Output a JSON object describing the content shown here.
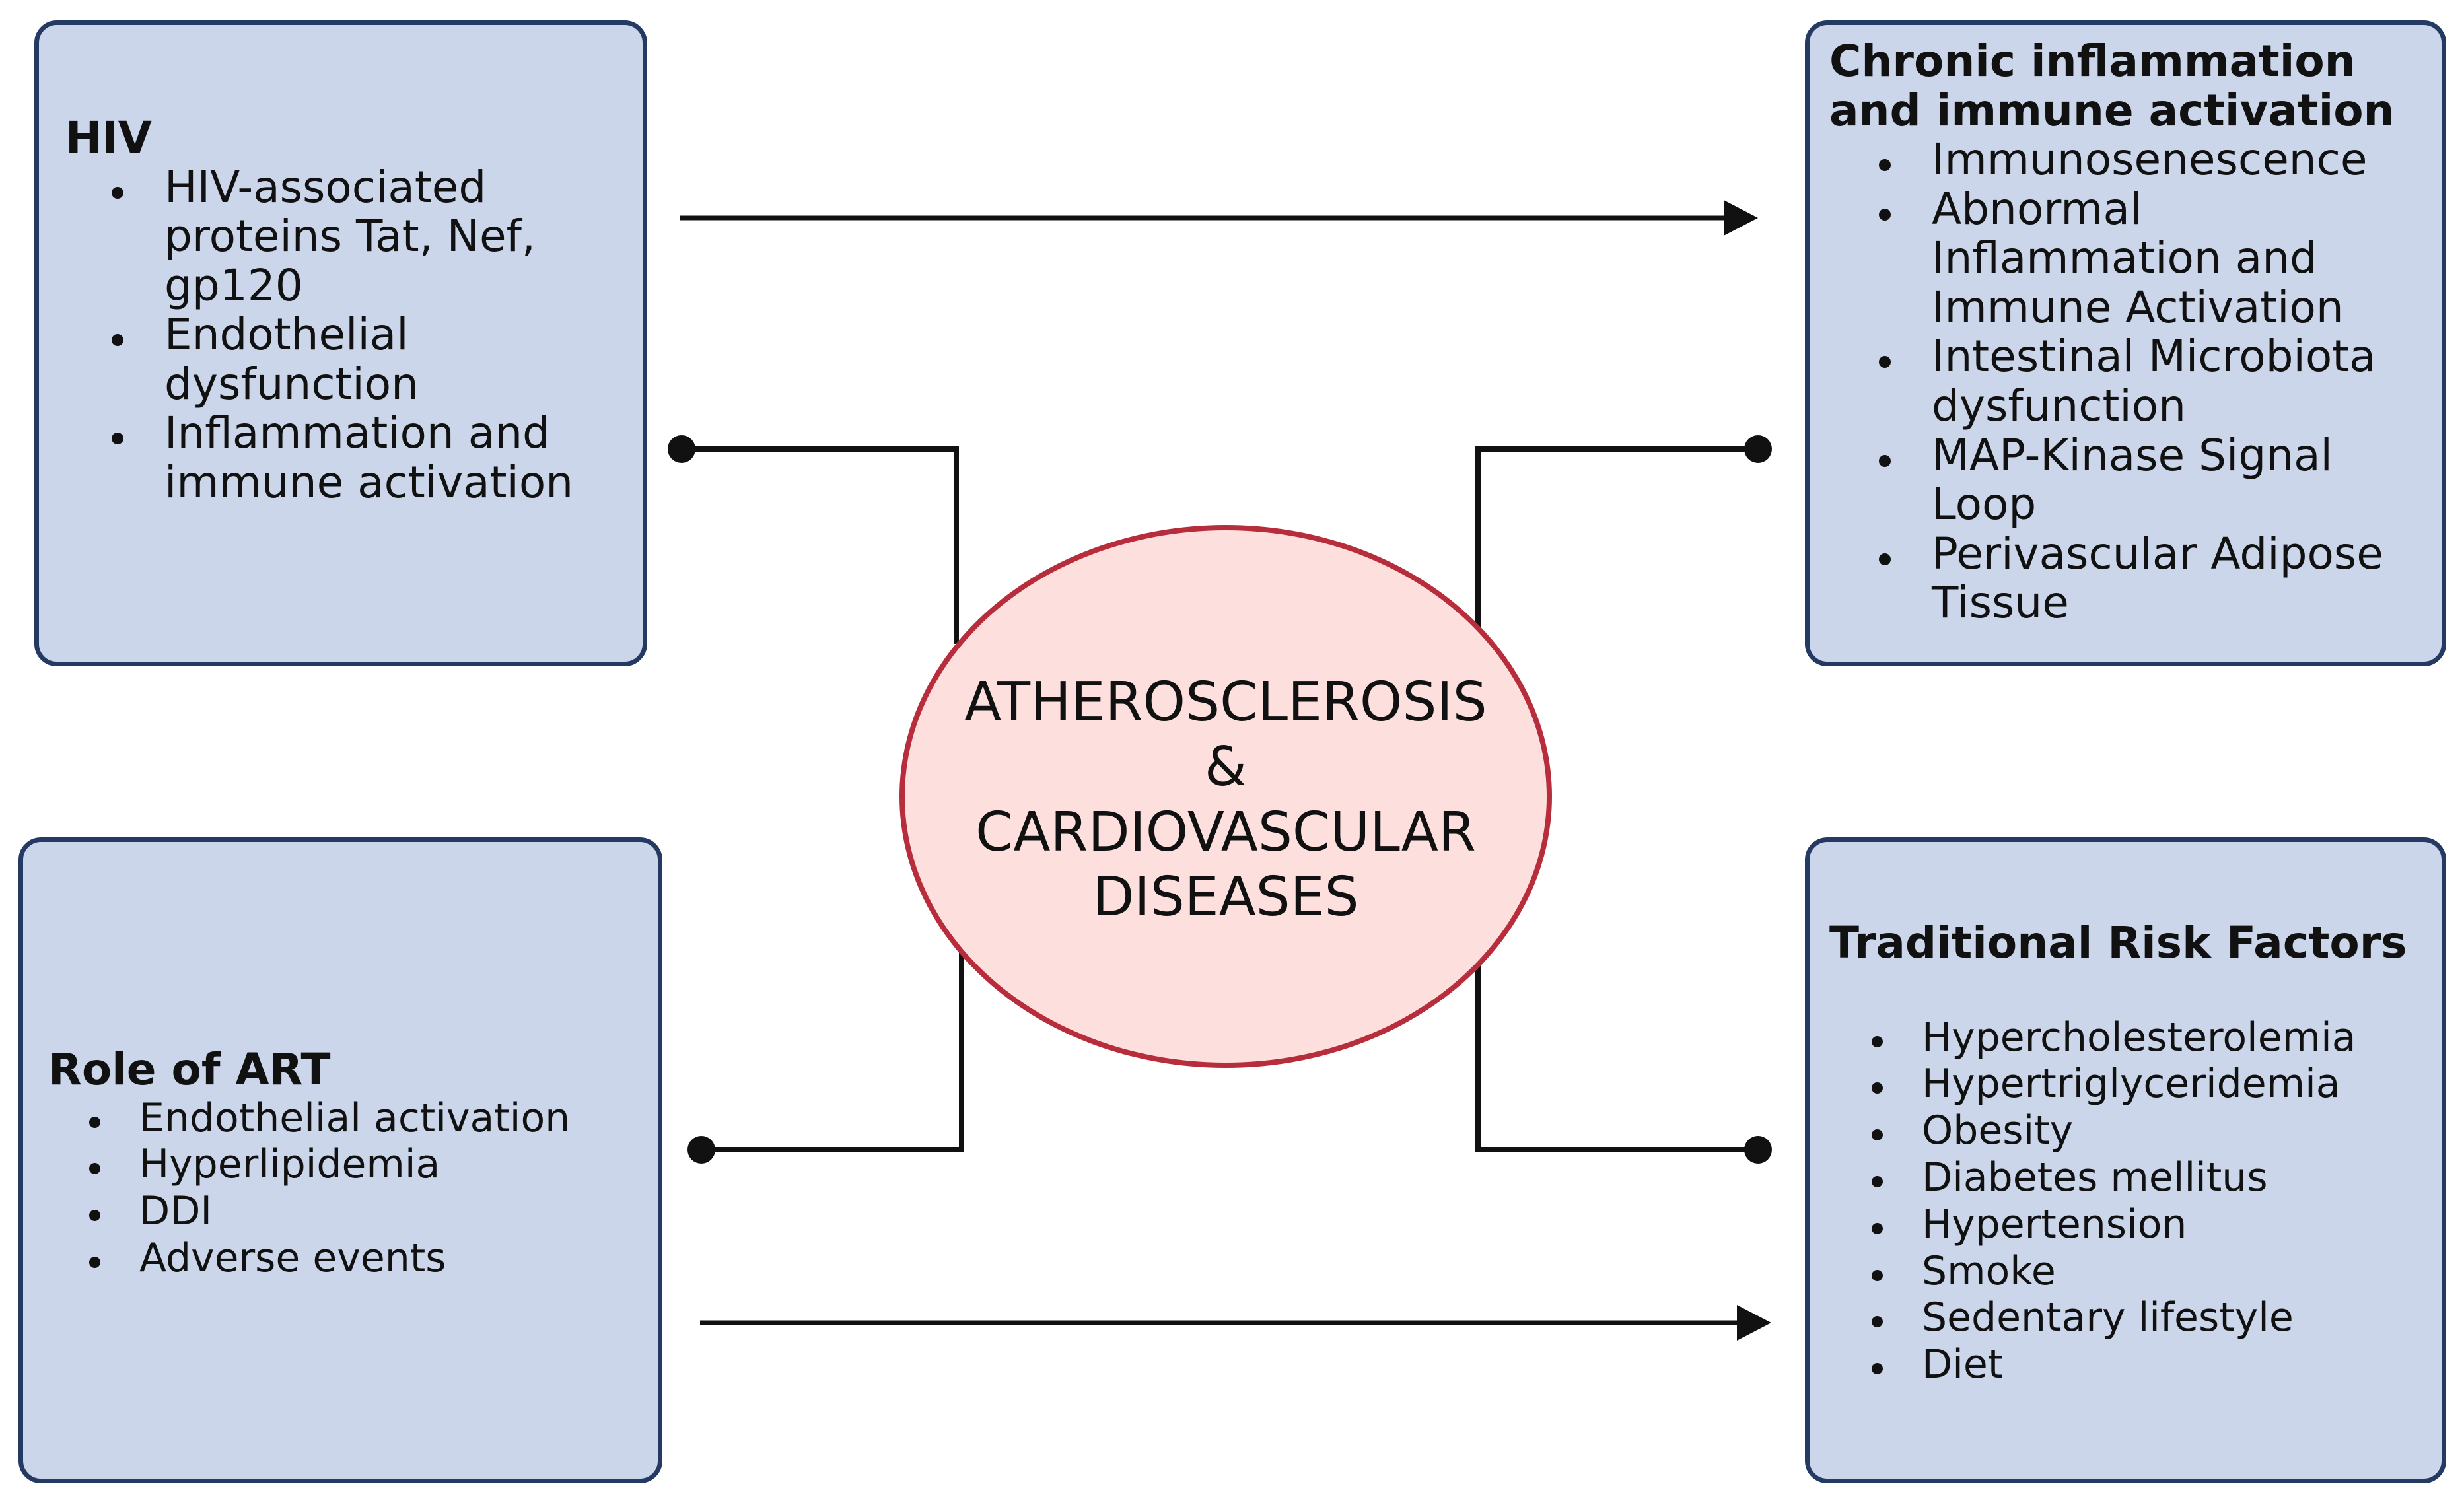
{
  "center": {
    "lines": [
      "ATHEROSCLEROSIS",
      "&",
      "CARDIOVASCULAR",
      "DISEASES"
    ]
  },
  "boxes": {
    "hiv": {
      "title": "HIV",
      "items": [
        "HIV-associated proteins Tat, Nef, gp120",
        "Endothelial dysfunction",
        "Inflammation and immune activation"
      ]
    },
    "chronic": {
      "title_lines": [
        "Chronic inflammation",
        "and immune activation"
      ],
      "items": [
        "Immunosenescence",
        "Abnormal Inflammation and Immune Activation",
        "Intestinal Microbiota dysfunction",
        "MAP-Kinase Signal Loop",
        "Perivascular Adipose Tissue"
      ]
    },
    "art": {
      "title": "Role of ART",
      "items": [
        "Endothelial activation",
        "Hyperlipidemia",
        "DDI",
        "Adverse events"
      ]
    },
    "traditional": {
      "title": "Traditional Risk Factors",
      "items": [
        "Hypercholesterolemia",
        "Hypertriglyceridemia",
        "Obesity",
        "Diabetes mellitus",
        "Hypertension",
        "Smoke",
        "Sedentary lifestyle",
        "Diet"
      ]
    }
  },
  "colors": {
    "box_fill": "#cbd6ea",
    "box_border": "#243a63",
    "ellipse_fill": "#fde0de",
    "ellipse_border": "#b72d3c",
    "line": "#111111"
  }
}
